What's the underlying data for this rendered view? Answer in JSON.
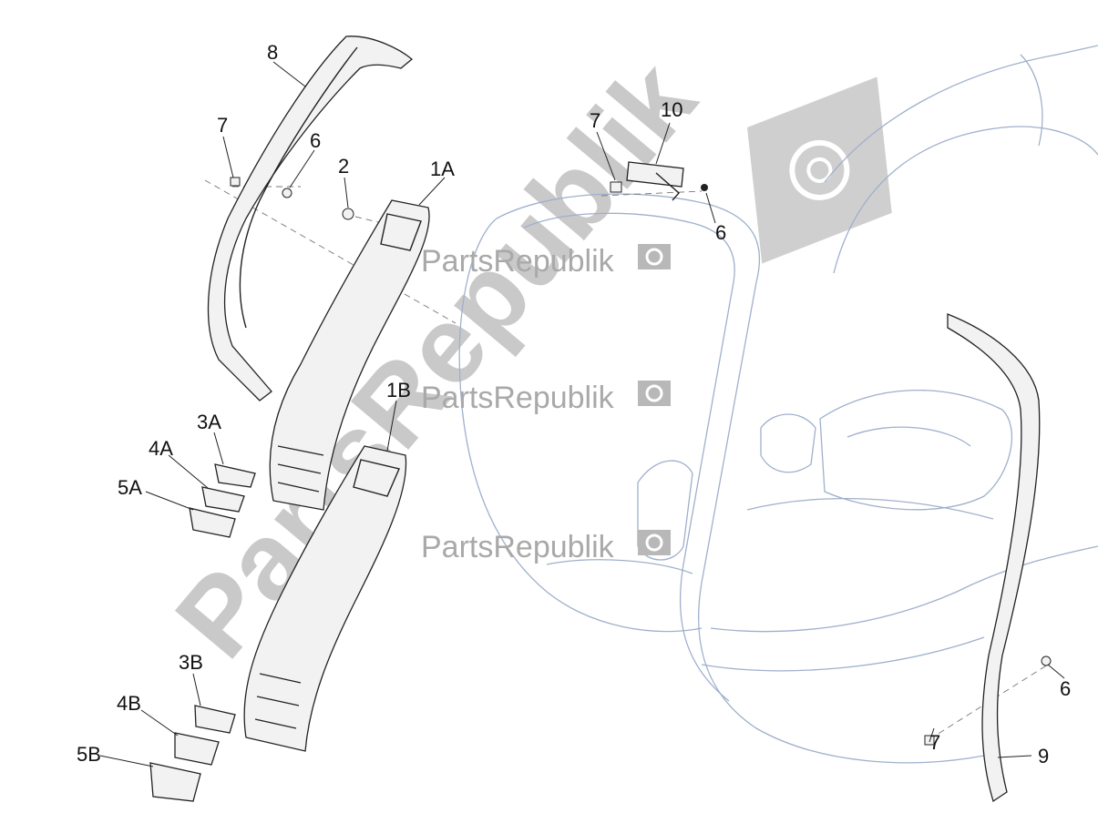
{
  "labels": {
    "p8": "8",
    "p7a": "7",
    "p6a": "6",
    "p2": "2",
    "p1A": "1A",
    "p7b": "7",
    "p10": "10",
    "p6b": "6",
    "p1B": "1B",
    "p3A": "3A",
    "p4A": "4A",
    "p5A": "5A",
    "p3B": "3B",
    "p4B": "4B",
    "p5B": "5B",
    "p6c": "6",
    "p7c": "7",
    "p9": "9"
  },
  "watermark": {
    "small_1": "PartsRepublik",
    "small_2": "PartsRepublik",
    "small_3": "PartsRepublik",
    "big": "PartsRepublik"
  },
  "colors": {
    "outline": "#9fb0cc",
    "part": "#222222",
    "watermark": "#c9c9c9"
  }
}
